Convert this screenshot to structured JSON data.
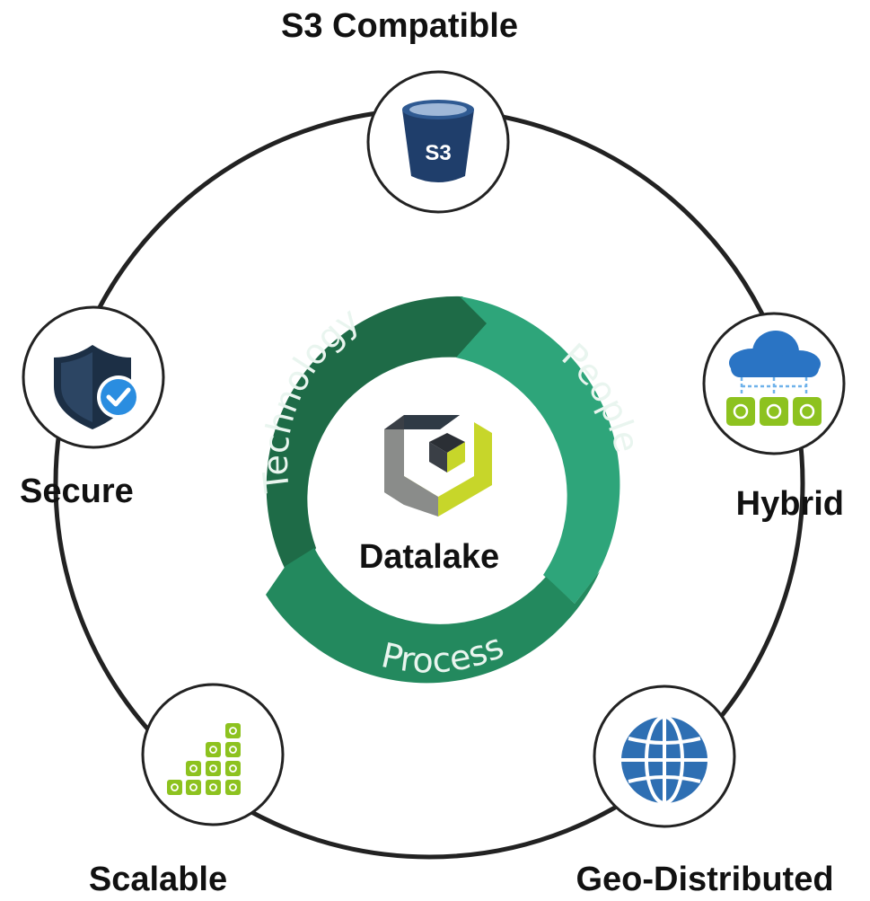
{
  "center": {
    "label": "Datalake",
    "logo_icon": "datalake-cube-icon"
  },
  "cycle": {
    "segments": [
      "Technology",
      "People",
      "Process"
    ],
    "colors": {
      "technology": "#1e6b47",
      "people": "#2ea57a",
      "process": "#23895e"
    }
  },
  "nodes": {
    "s3": {
      "label": "S3 Compatible",
      "icon": "s3-bucket-icon",
      "icon_text": "S3"
    },
    "hybrid": {
      "label": "Hybrid",
      "icon": "hybrid-cloud-icon"
    },
    "geo": {
      "label": "Geo-Distributed",
      "icon": "globe-icon"
    },
    "scalable": {
      "label": "Scalable",
      "icon": "scalable-blocks-icon"
    },
    "secure": {
      "label": "Secure",
      "icon": "shield-check-icon"
    }
  },
  "colors": {
    "ring": "#222222",
    "bucket": "#1f3e6b",
    "cloud": "#2a74c4",
    "lime": "#8dc21f",
    "globe": "#2e6fb3",
    "shield": "#1c2f45",
    "check": "#2a8de0"
  }
}
